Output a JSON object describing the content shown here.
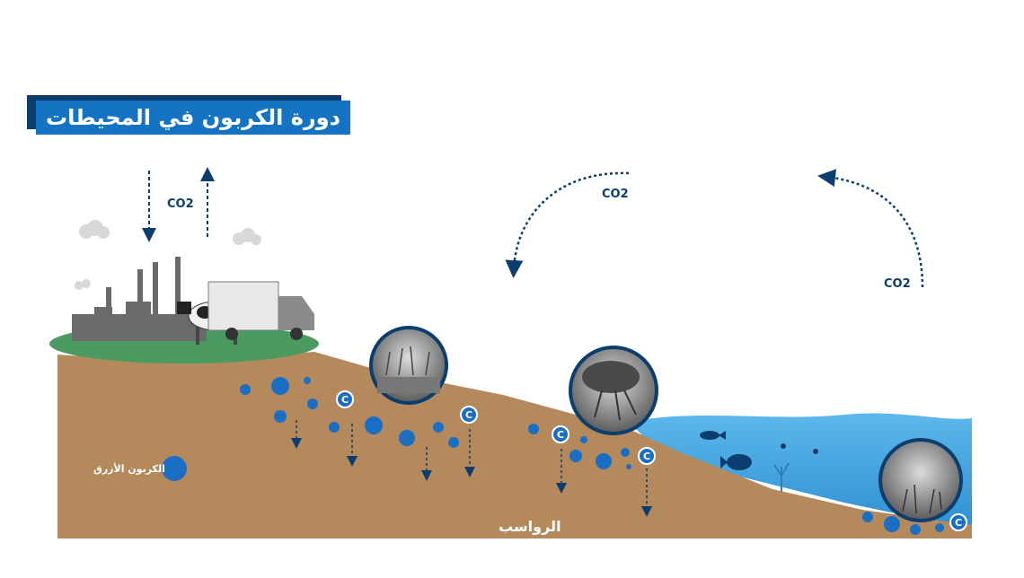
{
  "title": "دورة الكربون في المحيطات",
  "co2_labels": [
    "CO2",
    "CO2",
    "CO2"
  ],
  "legend_label": "الكربون الأزرق",
  "sediment_label": "الرواسب",
  "carbon_symbol": "C",
  "colors": {
    "title_bg": "#1473c2",
    "title_shadow": "#0b3d6e",
    "arrow": "#0b3d6e",
    "land": "#b48a5c",
    "grass": "#4a9a62",
    "water": "#4aa8e0",
    "carbon_dot": "#1a6fc4"
  }
}
